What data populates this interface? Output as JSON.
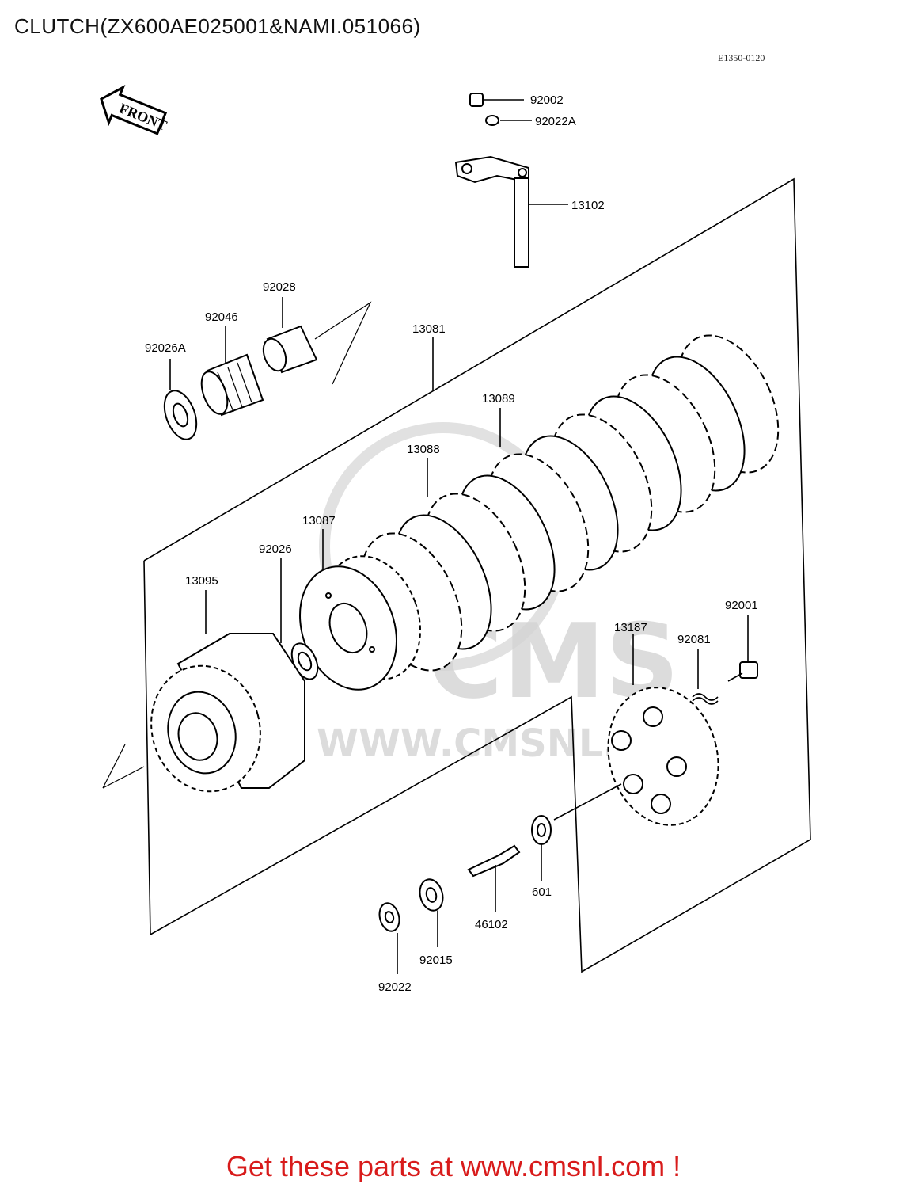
{
  "title": "CLUTCH(ZX600AE025001&NAMI.051066)",
  "diagram_ref": "E1350-0120",
  "front_label": "FRONT",
  "watermark": {
    "brand": "CMS",
    "site": "WWW.CMSNL.COM"
  },
  "parts": [
    {
      "id": "p92002",
      "number": "92002"
    },
    {
      "id": "p92022A",
      "number": "92022A"
    },
    {
      "id": "p13102",
      "number": "13102"
    },
    {
      "id": "p92028",
      "number": "92028"
    },
    {
      "id": "p92046",
      "number": "92046"
    },
    {
      "id": "p92026A",
      "number": "92026A"
    },
    {
      "id": "p13081",
      "number": "13081"
    },
    {
      "id": "p13089",
      "number": "13089"
    },
    {
      "id": "p13088",
      "number": "13088"
    },
    {
      "id": "p13087",
      "number": "13087"
    },
    {
      "id": "p92026",
      "number": "92026"
    },
    {
      "id": "p13095",
      "number": "13095"
    },
    {
      "id": "p13187",
      "number": "13187"
    },
    {
      "id": "p92081",
      "number": "92081"
    },
    {
      "id": "p92001",
      "number": "92001"
    },
    {
      "id": "p601",
      "number": "601"
    },
    {
      "id": "p46102",
      "number": "46102"
    },
    {
      "id": "p92015",
      "number": "92015"
    },
    {
      "id": "p92022",
      "number": "92022"
    }
  ],
  "footer": {
    "text": "Get these parts at www.cmsnl.com !",
    "color": "#d81b1b"
  }
}
